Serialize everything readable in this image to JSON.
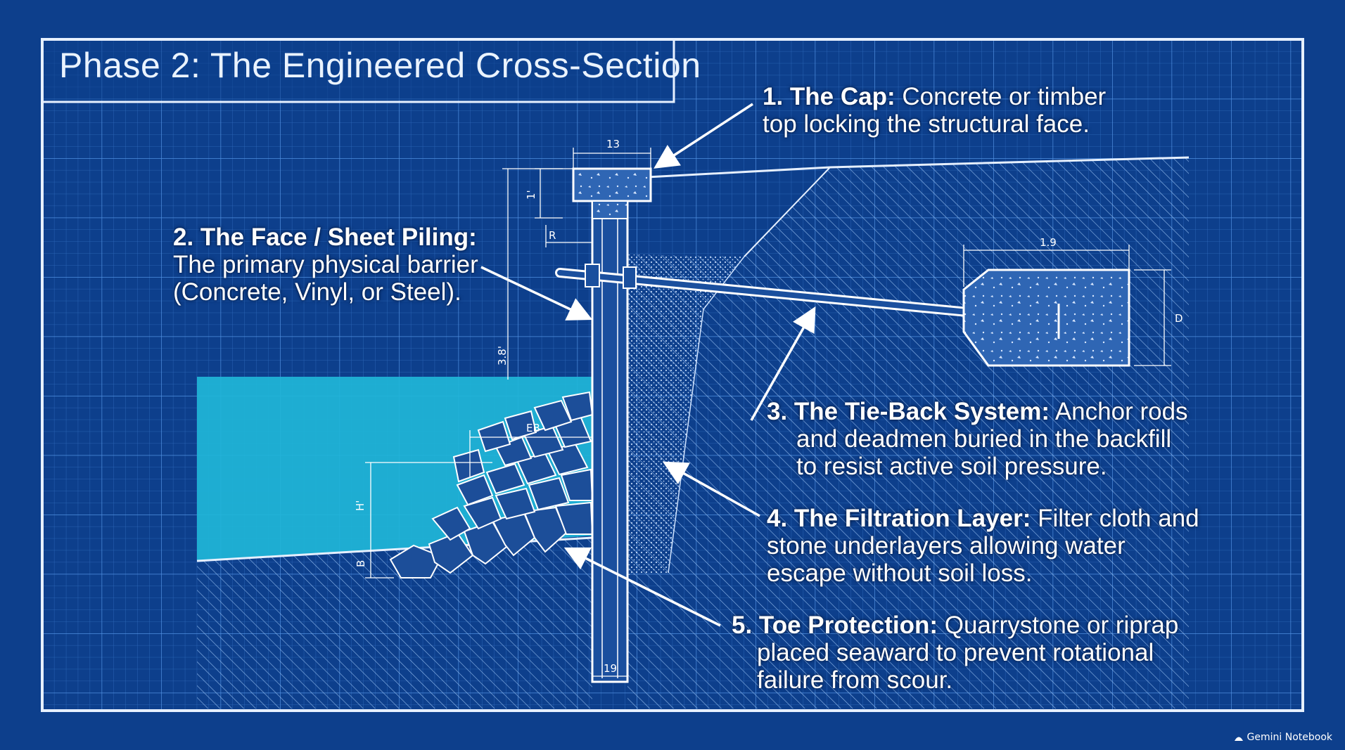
{
  "title": "Phase 2: The Engineered Cross-Section",
  "callouts": [
    {
      "id": "cap",
      "head": "1. The Cap:",
      "lines": [
        " Concrete or timber",
        "top locking the structural face."
      ]
    },
    {
      "id": "face",
      "head": "2. The Face / Sheet Piling:",
      "lines": [
        "The primary physical barrier",
        "(Concrete, Vinyl, or Steel)."
      ]
    },
    {
      "id": "tieback",
      "head": "3. The Tie-Back System:",
      "lines": [
        " Anchor rods",
        "and deadmen buried in the backfill",
        "to resist active soil pressure."
      ]
    },
    {
      "id": "filtration",
      "head": "4. The Filtration Layer:",
      "lines": [
        " Filter cloth and",
        "stone underlayers allowing water",
        "escape without soil loss."
      ]
    },
    {
      "id": "toe",
      "head": "5. Toe Protection:",
      "lines": [
        " Quarrystone or riprap",
        "placed seaward to prevent rotational",
        "failure from scour."
      ]
    }
  ],
  "dimension_labels": {
    "cap_width": "13",
    "cap_height": "1'",
    "offset": "R",
    "wall_height": "3.8'",
    "toe_width": "EB",
    "toe_height": "H'",
    "toe_base": "B",
    "deadman_width": "1.9",
    "deadman_height": "D",
    "pile_width": "19"
  },
  "watermark": "Gemini Notebook",
  "colors": {
    "background": "#0d3f8c",
    "grid_line": "#3f7fd0",
    "line_work": "#d8e8ff",
    "water": "#1fb6d8",
    "text": "#ffffff"
  }
}
